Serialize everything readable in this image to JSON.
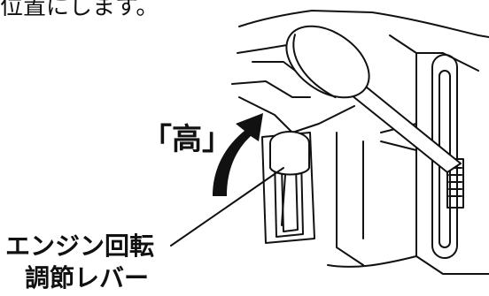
{
  "diagram": {
    "caption_fragment": "位置にします。",
    "high_label": "「高」",
    "callout": {
      "line1": "エンジン回転",
      "line2": "調節レバー"
    },
    "colors": {
      "ink": "#111111",
      "background": "#ffffff"
    },
    "icons": {
      "arrow": "curved-up-arrow-icon"
    }
  }
}
